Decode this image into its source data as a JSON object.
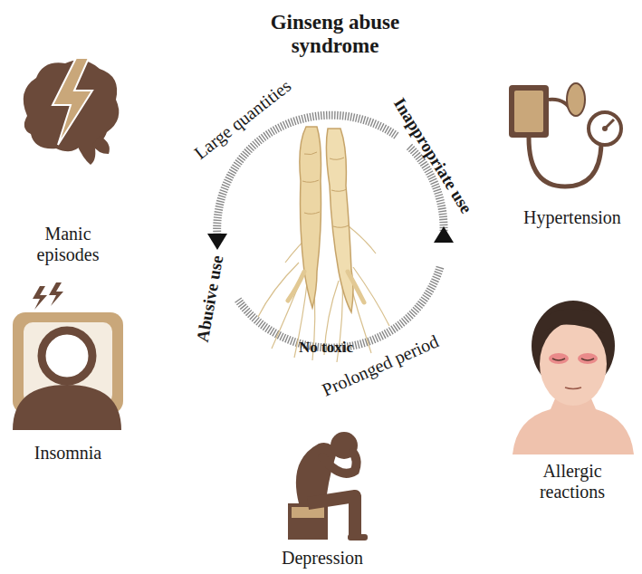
{
  "diagram": {
    "title": "Ginseng abuse syndrome",
    "labels": [
      "Manic episodes",
      "Large quantities",
      "Inappropriate use",
      "Hypertension",
      "Abusive use",
      "No toxic",
      "Prolonged period",
      "Insomnia",
      "Allergic reactions",
      "Depression"
    ]
  }
}
